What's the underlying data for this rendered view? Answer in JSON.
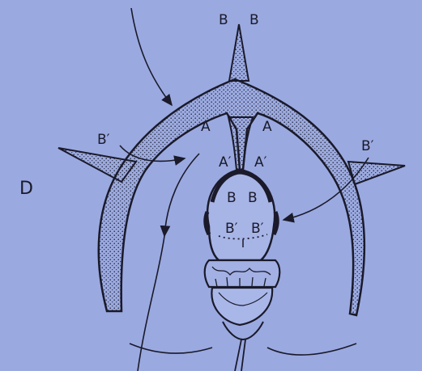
{
  "figure": {
    "panel_letter": "D",
    "labels": {
      "top_left": "B",
      "top_right": "B",
      "inner_a_left": "A",
      "inner_a_right": "A",
      "a_prime_left": "A′",
      "a_prime_right": "A′",
      "b_prime_upper_left": "B′",
      "b_prime_right": "B′",
      "inner_b_left": "B",
      "inner_b_right": "B",
      "inner_b_prime_left": "B′",
      "inner_b_prime_right": "B′"
    },
    "colors": {
      "background": "#9aa9e0",
      "ink": "#1a1a2a",
      "stipple": "#3a3a4a"
    }
  }
}
